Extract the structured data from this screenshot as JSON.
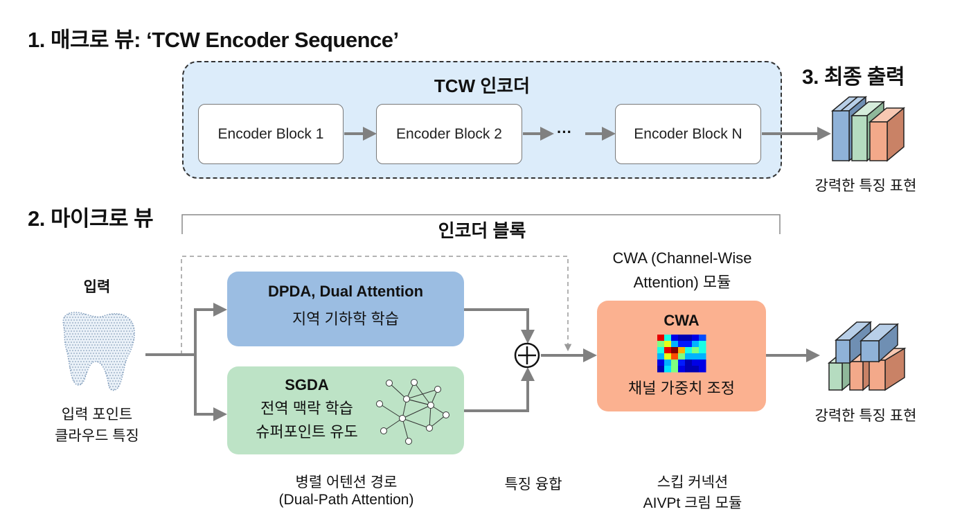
{
  "section1": {
    "title": "1. 매크로 뷰: ‘TCW Encoder Sequence’",
    "encoder_group_title": "TCW 인코더",
    "blocks": [
      "Encoder Block 1",
      "Encoder Block 2",
      "Encoder Block N"
    ],
    "ellipsis": "···"
  },
  "section3": {
    "title": "3. 최종 출력",
    "output_caption": "강력한 특징 표현"
  },
  "section2": {
    "title": "2. 마이크로 뷰",
    "bracket_title": "인코더 블록",
    "input": {
      "heading": "입력",
      "caption_line1": "입력 포인트",
      "caption_line2": "클라우드 특징"
    },
    "dpda": {
      "title": "DPDA, Dual Attention",
      "subtitle": "지역 기하학 학습"
    },
    "sgda": {
      "title": "SGDA",
      "line1": "전역 맥락 학습",
      "line2": "슈퍼포인트 유도"
    },
    "fusion_symbol": "⊕",
    "cwa_header_line1": "CWA (Channel-Wise",
    "cwa_header_line2": "Attention) 모듈",
    "cwa": {
      "title": "CWA",
      "subtitle": "채널 가중치 조정"
    },
    "output_caption": "강력한 특징 표현",
    "bottom_labels": {
      "parallel_line1": "병렬 어텐션 경로",
      "parallel_line2": "(Dual-Path Attention)",
      "fusion": "특징 융합",
      "skip_line1": "스킵 커넥션",
      "skip_line2": "AIVPt 크림 모듈"
    }
  },
  "colors": {
    "encoder_bg": "#dcecfa",
    "dpda": "#9bbde2",
    "sgda": "#bde3c6",
    "cwa": "#fbb190",
    "arrow": "#808080",
    "cube_blue": "#8fb2d8",
    "cube_green": "#b5dcc0",
    "cube_orange": "#f3a98a"
  }
}
